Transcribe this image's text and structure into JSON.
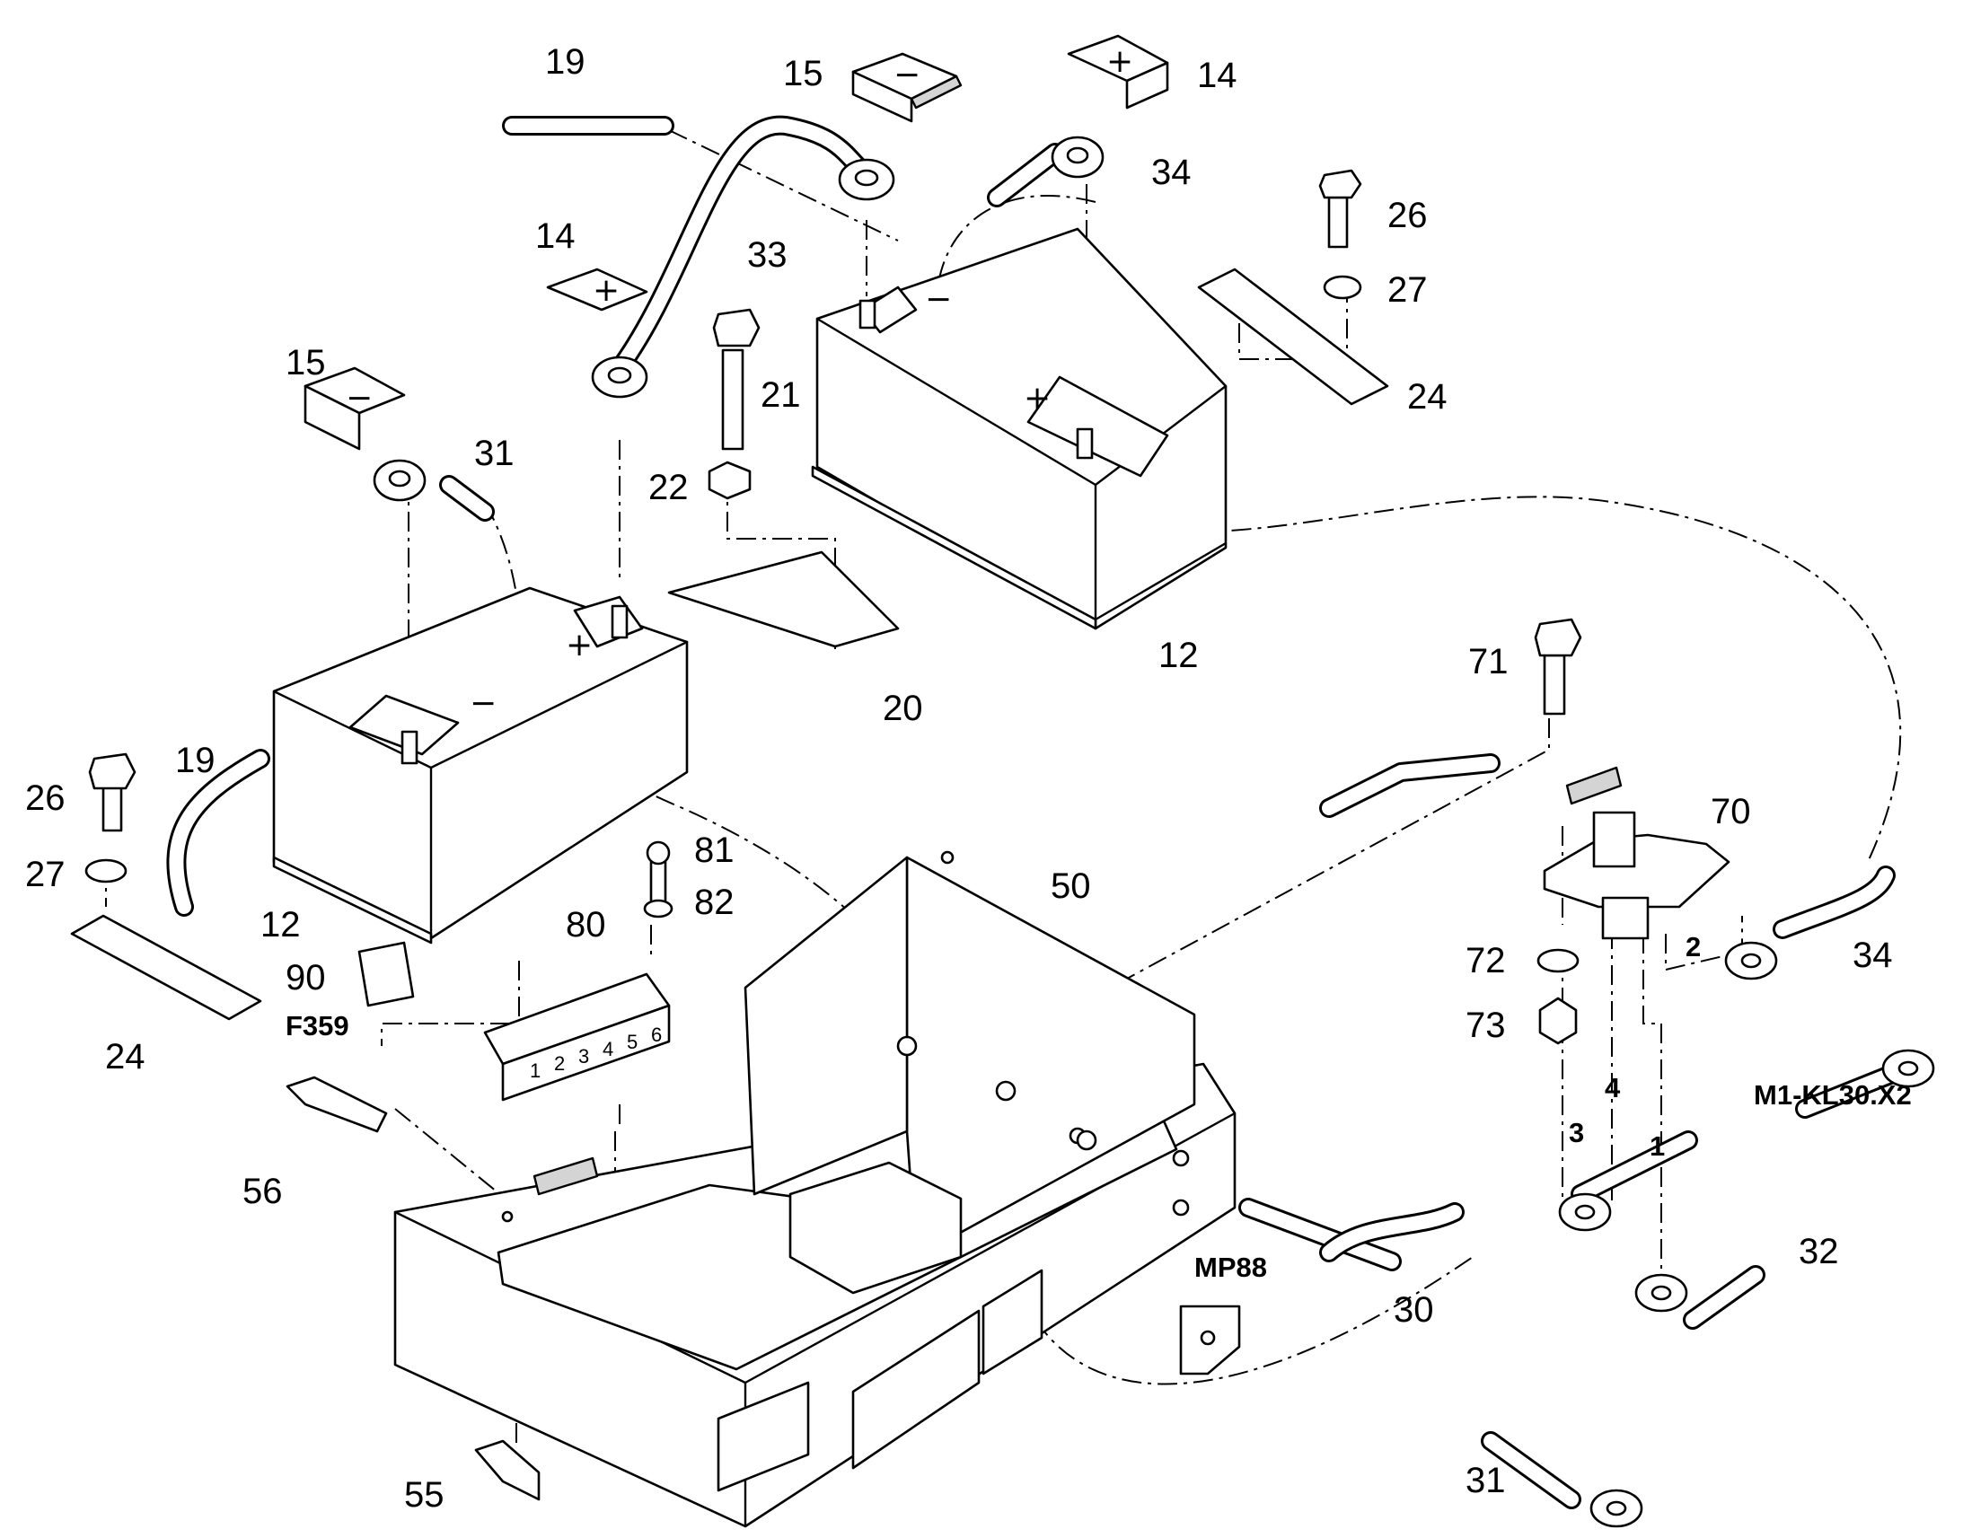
{
  "diagram": {
    "callouts": {
      "c19_top": "19",
      "c15_top": "15",
      "c14_top": "14",
      "c34_top": "34",
      "c14_mid": "14",
      "c33": "33",
      "c26_right": "26",
      "c27_right": "27",
      "c15_left": "15",
      "c21": "21",
      "c24_right": "24",
      "c31_top": "31",
      "c22": "22",
      "c12_right": "12",
      "c20": "20",
      "c71": "71",
      "c26_left": "26",
      "c19_left": "19",
      "c70": "70",
      "c27_left": "27",
      "c81": "81",
      "c50": "50",
      "c12_left": "12",
      "c82": "82",
      "c80": "80",
      "c34_right": "34",
      "c90": "90",
      "c72": "72",
      "c24_left": "24",
      "c73": "73",
      "c56": "56",
      "c32": "32",
      "c30": "30",
      "c55": "55",
      "c31_bottom": "31"
    },
    "wire_numbers": {
      "w1": "1",
      "w2": "2",
      "w3": "3",
      "w4": "4"
    },
    "references": {
      "fuse": "F359",
      "ground_point": "MP88",
      "terminal": "M1-KL30.X2"
    },
    "terminal_marks": {
      "plus": "+",
      "minus": "−"
    },
    "fuse_slots": [
      "1",
      "2",
      "3",
      "4",
      "5",
      "6"
    ]
  }
}
